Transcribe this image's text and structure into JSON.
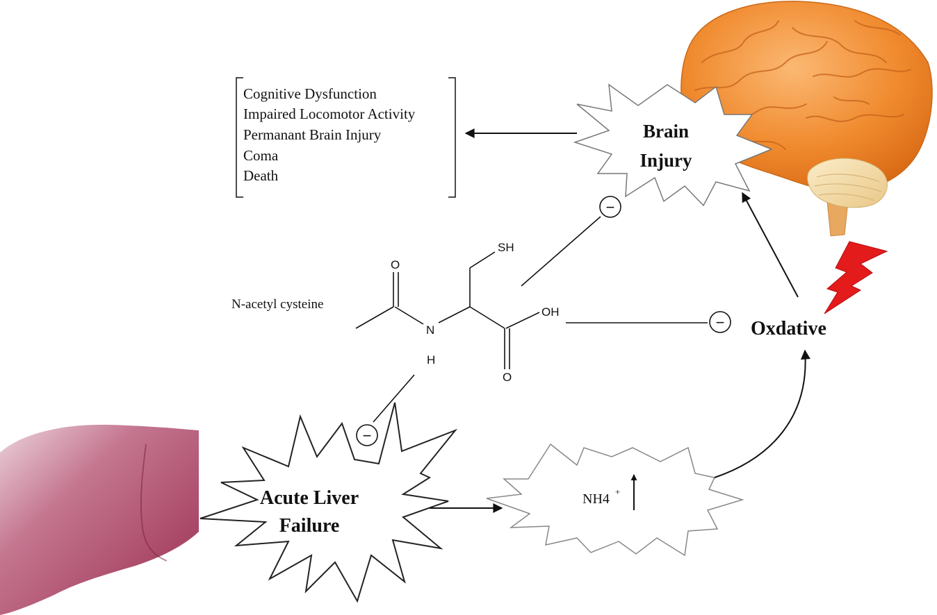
{
  "colors": {
    "liver_main": "#9e3356",
    "liver_light": "#e6c9d2",
    "brain_main": "#f28a2a",
    "brain_light": "#f9b46a",
    "cerebellum": "#f5dca8",
    "lightning": "#e31b1b",
    "stroke": "#111111"
  },
  "icons": {
    "liver": "liver-illustration",
    "brain": "brain-illustration",
    "lightning": "lightning-bolt-icon",
    "inhibit": "minus-circle-icon",
    "increase": "up-arrow-icon"
  },
  "consequences": [
    "Cognitive  Dysfunction",
    "Impaired Locomotor Activity",
    "Permanant Brain Injury",
    "Coma",
    "Death"
  ],
  "brain_injury": {
    "line1": "Brain",
    "line2": "Injury"
  },
  "acute_liver_failure": {
    "line1": "Acute Liver",
    "line2": "Failure"
  },
  "ammonia": {
    "label": "NH4",
    "charge": "+"
  },
  "oxidative": {
    "label": "Oxdative"
  },
  "nac": {
    "name": "N-acetyl cysteine",
    "atoms": {
      "sh": "SH",
      "oh": "OH",
      "o_keto": "O",
      "o_acid": "O",
      "n": "N",
      "h": "H"
    }
  },
  "inhibit_symbol": "−"
}
